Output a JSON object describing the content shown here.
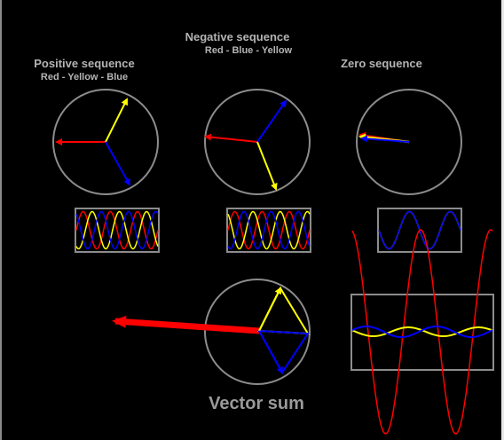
{
  "positive": {
    "title": "Positive sequence",
    "order": "Red - Yellow - Blue"
  },
  "negative": {
    "title": "Negative sequence",
    "order": "Red - Blue - Yellow"
  },
  "zero": {
    "title": "Zero sequence"
  },
  "sum": {
    "title": "Vector sum"
  },
  "colors": {
    "red": "#ff0000",
    "yellow": "#ffff00",
    "blue": "#0000ff",
    "frame": "#8c8c8c",
    "text": "#b4b4b4"
  }
}
